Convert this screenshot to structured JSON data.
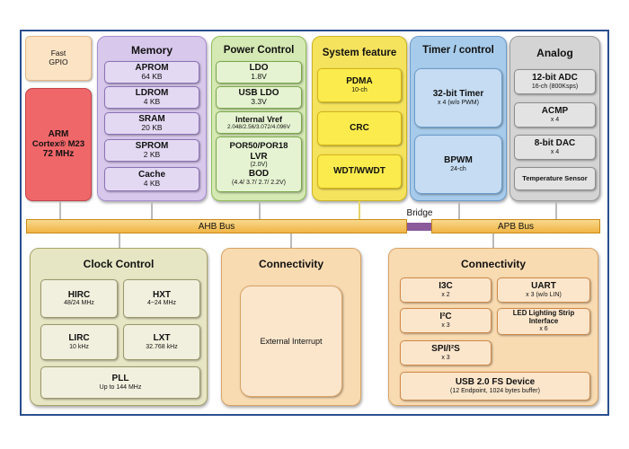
{
  "fast_gpio": {
    "line1": "Fast",
    "line2": "GPIO"
  },
  "cpu": {
    "line1": "ARM",
    "line2": "Cortex® M23",
    "line3": "72 MHz"
  },
  "memory": {
    "title": "Memory",
    "items": [
      {
        "name": "APROM",
        "value": "64 KB"
      },
      {
        "name": "LDROM",
        "value": "4 KB"
      },
      {
        "name": "SRAM",
        "value": "20 KB"
      },
      {
        "name": "SPROM",
        "value": "2 KB"
      },
      {
        "name": "Cache",
        "value": "4 KB"
      }
    ]
  },
  "power": {
    "title": "Power Control",
    "ldo": {
      "name": "LDO",
      "value": "1.8V"
    },
    "usb_ldo": {
      "name": "USB LDO",
      "value": "3.3V"
    },
    "vref": {
      "name": "Internal Vref",
      "value": "2.048/2.56/3.072/4.096V"
    },
    "por": {
      "line1": "POR50/POR18",
      "line2": "LVR",
      "line3": "(2.0V)",
      "line4": "BOD",
      "line5": "(4.4/ 3.7/ 2.7/ 2.2V)"
    }
  },
  "system": {
    "title": "System feature",
    "pdma": "PDMA",
    "pdma_sub": "10-ch",
    "crc": "CRC",
    "wdt": "WDT/WWDT"
  },
  "timer": {
    "title": "Timer / control",
    "t32": "32-bit Timer",
    "t32_sub": "x 4 (w/o PWM)",
    "bpwm": "BPWM",
    "bpwm_sub": "24-ch"
  },
  "analog": {
    "title": "Analog",
    "adc": "12-bit ADC",
    "adc_sub": "16-ch (800Ksps)",
    "acmp": "ACMP",
    "acmp_sub": "x 4",
    "dac": "8-bit DAC",
    "dac_sub": "x 4",
    "temp": "Temperature Sensor"
  },
  "bus": {
    "ahb": "AHB Bus",
    "bridge": "Bridge",
    "apb": "APB Bus"
  },
  "clock": {
    "title": "Clock Control",
    "hirc": "HIRC",
    "hirc_sub": "48/24 MHz",
    "hxt": "HXT",
    "hxt_sub": "4~24 MHz",
    "lirc": "LIRC",
    "lirc_sub": "10 kHz",
    "lxt": "LXT",
    "lxt_sub": "32.768 kHz",
    "pll": "PLL",
    "pll_sub": "Up to 144 MHz"
  },
  "conn_ahb": {
    "title": "Connectivity",
    "ext_int": "External Interrupt"
  },
  "conn_apb": {
    "title": "Connectivity",
    "i3c": "I3C",
    "i3c_sub": "x 2",
    "uart": "UART",
    "uart_sub": "x 3 (w/o LIN)",
    "i2c": "I²C",
    "i2c_sub": "x 3",
    "led": "LED Lighting Strip Interface",
    "led_sub": "x 6",
    "spi": "SPI/I²S",
    "spi_sub": "x 3",
    "usb": "USB 2.0 FS Device",
    "usb_sub": "(12 Endpoint, 1024 bytes buffer)"
  },
  "colors": {
    "cpu_red": "#f0676a",
    "memory_purple": "#d8c8ec",
    "power_green": "#d5e9b4",
    "system_yellow": "#f5e35e",
    "timer_blue": "#a7cbea",
    "analog_gray": "#d4d4d4",
    "clock_olive": "#e7e6c4",
    "conn_orange": "#f9dbb2",
    "bus_orange": "#f2c15a",
    "frame_blue": "#2b4f8f"
  }
}
